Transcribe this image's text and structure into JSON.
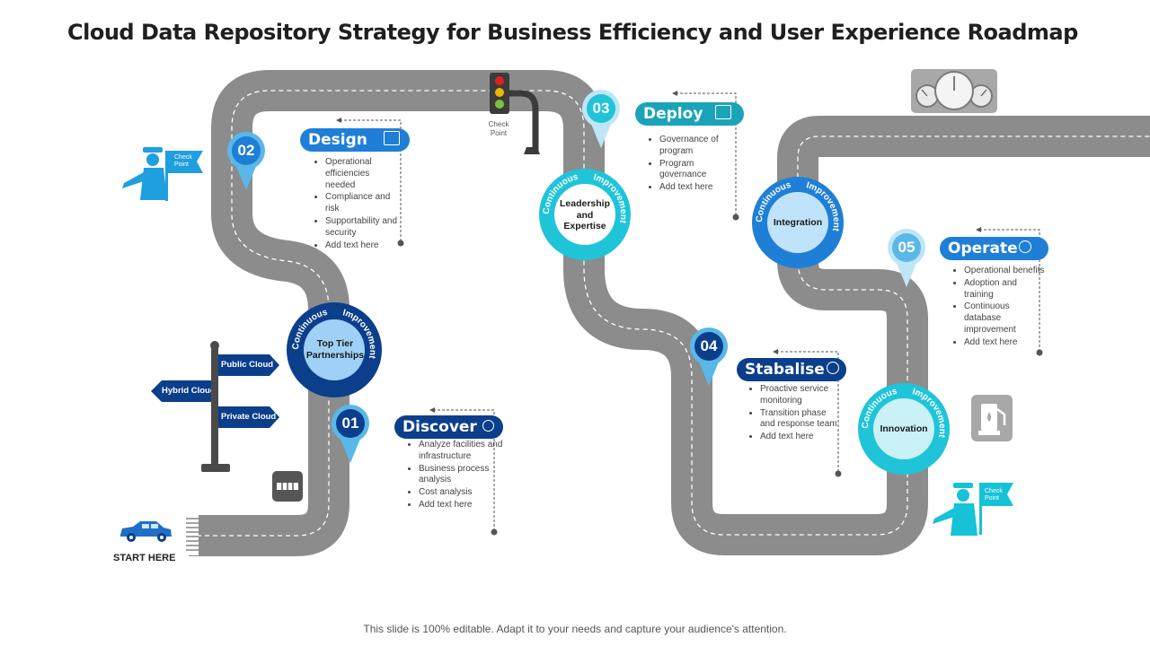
{
  "title": "Cloud Data Repository Strategy for Business Efficiency and User Experience Roadmap",
  "footer": "This slide is 100% editable. Adapt it to your needs and capture your audience's attention.",
  "start_label": "START HERE",
  "check_point_label": "Check Point",
  "check_flag_label": "Check Point",
  "signpost": {
    "public": "Public Cloud",
    "hybrid": "Hybrid Cloud",
    "private": "Private Cloud"
  },
  "circles": {
    "ring_left": "Continuous",
    "ring_right": "Improvement",
    "c1": "Top Tier Partnerships",
    "c2": "Leadership and Expertise",
    "c3": "Integration",
    "c4": "Innovation"
  },
  "stages": [
    {
      "num": "01",
      "title": "Discover",
      "bullets": [
        "Analyze facilities and infrastructure",
        "Business process analysis",
        "Cost analysis",
        "Add text here"
      ]
    },
    {
      "num": "02",
      "title": "Design",
      "bullets": [
        "Operational efficiencies needed",
        "Compliance and risk",
        "Supportability and security",
        "Add text here"
      ]
    },
    {
      "num": "03",
      "title": "Deploy",
      "bullets": [
        "Governance of program",
        "Program governance",
        "Add text here"
      ]
    },
    {
      "num": "04",
      "title": "Stabalise",
      "bullets": [
        "Proactive service monitoring",
        "Transition phase and response team",
        "Add text here"
      ]
    },
    {
      "num": "05",
      "title": "Operate",
      "bullets": [
        "Operational benefits",
        "Adoption and training",
        "Continuous database improvement",
        "Add text here"
      ]
    }
  ],
  "colors": {
    "road": "#8c8c8c",
    "dark_blue": "#0b3f8c",
    "mid_blue": "#1f7fd6",
    "teal": "#1fc4d8",
    "light_blue": "#5ab8e8"
  }
}
